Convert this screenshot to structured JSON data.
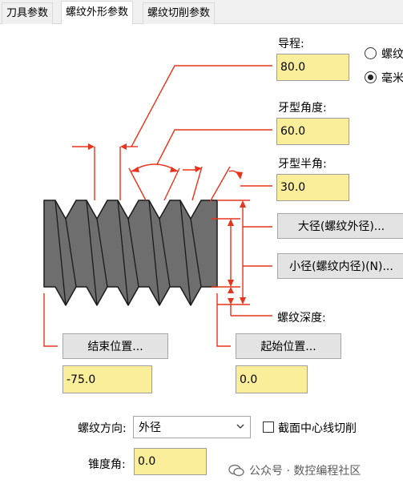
{
  "tabs": [
    {
      "label": "刀具参数"
    },
    {
      "label": "螺纹外形参数"
    },
    {
      "label": "螺纹切削参数"
    }
  ],
  "fields": {
    "lead": {
      "label": "导程:",
      "value": "80.0"
    },
    "thread_angle": {
      "label": "牙型角度:",
      "value": "60.0"
    },
    "half_angle": {
      "label": "牙型半角:",
      "value": "30.0"
    },
    "end_pos": {
      "value": "-75.0"
    },
    "start_pos": {
      "value": "0.0"
    },
    "taper": {
      "label": "锥度角:",
      "value": "0.0"
    }
  },
  "units": {
    "option1": "螺纹",
    "option2": "毫米",
    "selected": "毫米"
  },
  "buttons": {
    "major_dia": "大径(螺纹外径)...",
    "minor_dia": "小径(螺纹内径)(N)...",
    "end_pos": "结束位置...",
    "start_pos": "起始位置..."
  },
  "depth_label": "螺纹深度:",
  "direction": {
    "label": "螺纹方向:",
    "value": "外径"
  },
  "centerline": {
    "label": "截面中心线切削",
    "checked": false
  },
  "watermark": "公众号 · 数控编程社区",
  "colors": {
    "dimension_line": "#e8341c",
    "field_bg": "#fbee9a",
    "thread_body": "#6e6e6e"
  }
}
